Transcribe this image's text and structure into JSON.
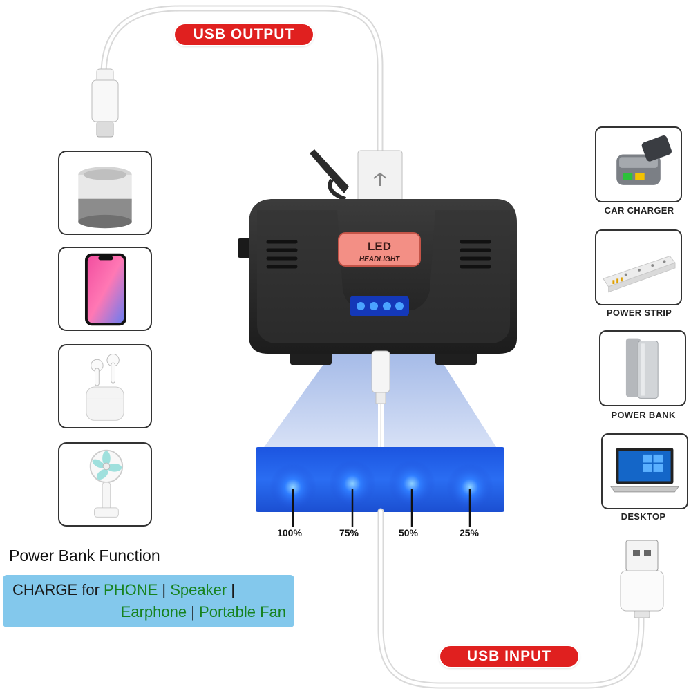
{
  "labels": {
    "usb_output": "USB OUTPUT",
    "usb_input": "USB INPUT",
    "led_line1": "LED",
    "led_line2": "HEADLIGHT"
  },
  "output_devices": [
    {
      "name": "speaker-icon"
    },
    {
      "name": "phone-icon"
    },
    {
      "name": "earphone-icon"
    },
    {
      "name": "portable-fan-icon"
    }
  ],
  "input_sources": [
    {
      "label": "CAR CHARGER",
      "icon": "car-charger-icon"
    },
    {
      "label": "POWER STRIP",
      "icon": "power-strip-icon"
    },
    {
      "label": "POWER BANK",
      "icon": "power-bank-icon"
    },
    {
      "label": "DESKTOP",
      "icon": "desktop-icon"
    }
  ],
  "battery_levels": [
    "100%",
    "75%",
    "50%",
    "25%"
  ],
  "function": {
    "title": "Power Bank Function",
    "charge_prefix": "CHARGE for ",
    "phone": "PHONE",
    "sep": " | ",
    "speaker": "Speaker",
    "earphone": "Earphone",
    "fan": "Portable Fan"
  },
  "colors": {
    "pill_red": "#e0201f",
    "indicator_blue": "#1f6bff",
    "light_beam": "#b7c9ee",
    "label_box": "#83c8ec",
    "device_green": "#17821f",
    "body_dark": "#2a2a2a"
  }
}
